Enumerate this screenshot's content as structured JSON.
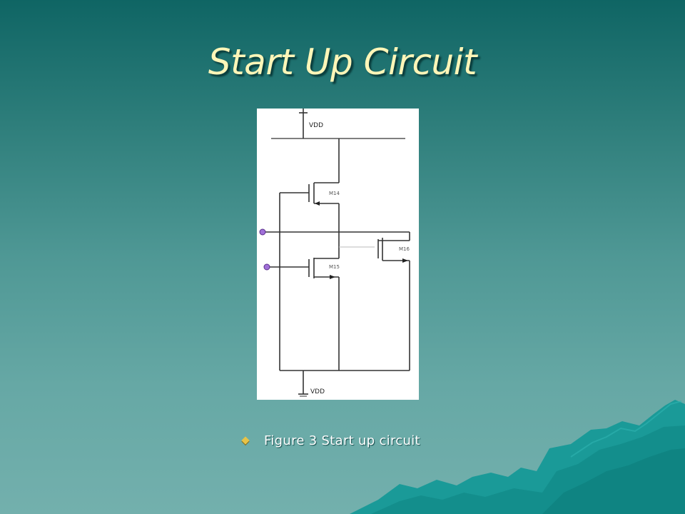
{
  "slide": {
    "title": "Start Up Circuit",
    "caption": "Figure 3 Start up circuit",
    "bullet_color": "#e7c347",
    "title_color": "#fff6b8"
  },
  "diagram": {
    "supply_top_label": "VDD",
    "supply_bottom_label": "VDD",
    "transistors": [
      {
        "label": "M14"
      },
      {
        "label": "M15"
      },
      {
        "label": "M16"
      }
    ]
  }
}
